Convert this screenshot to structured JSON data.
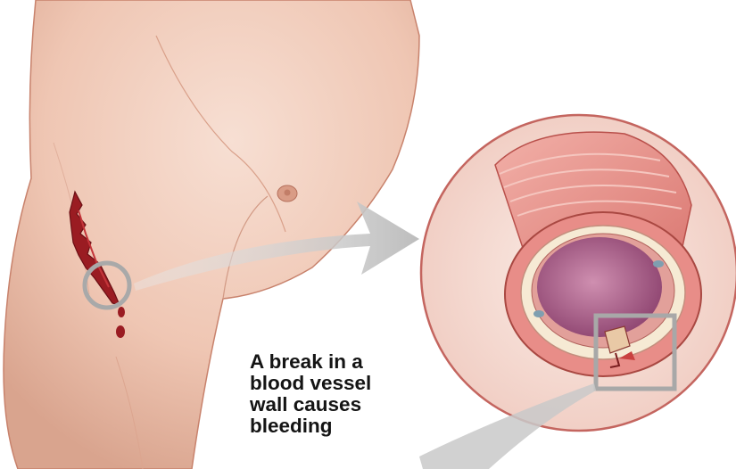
{
  "caption": {
    "lines": [
      "A break in a",
      "blood vessel",
      "wall causes",
      "bleeding"
    ]
  },
  "colors": {
    "skin": "#f1cdbc",
    "skin_shadow": "#dca58f",
    "blood": "#9a1c22",
    "vessel_outer": "#e58c87",
    "vessel_lumen": "#b86a8f",
    "zoom_circle_fill": "#f6dcd4",
    "zoom_circle_stroke": "#c4655f",
    "callout_gray": "#a8a8a8",
    "arrow_gray": "#cfcfcf"
  },
  "icons": [
    "arm-illustration",
    "wound-highlight-circle",
    "magnified-vessel-circle",
    "damage-highlight-square",
    "pointer-arrow"
  ]
}
